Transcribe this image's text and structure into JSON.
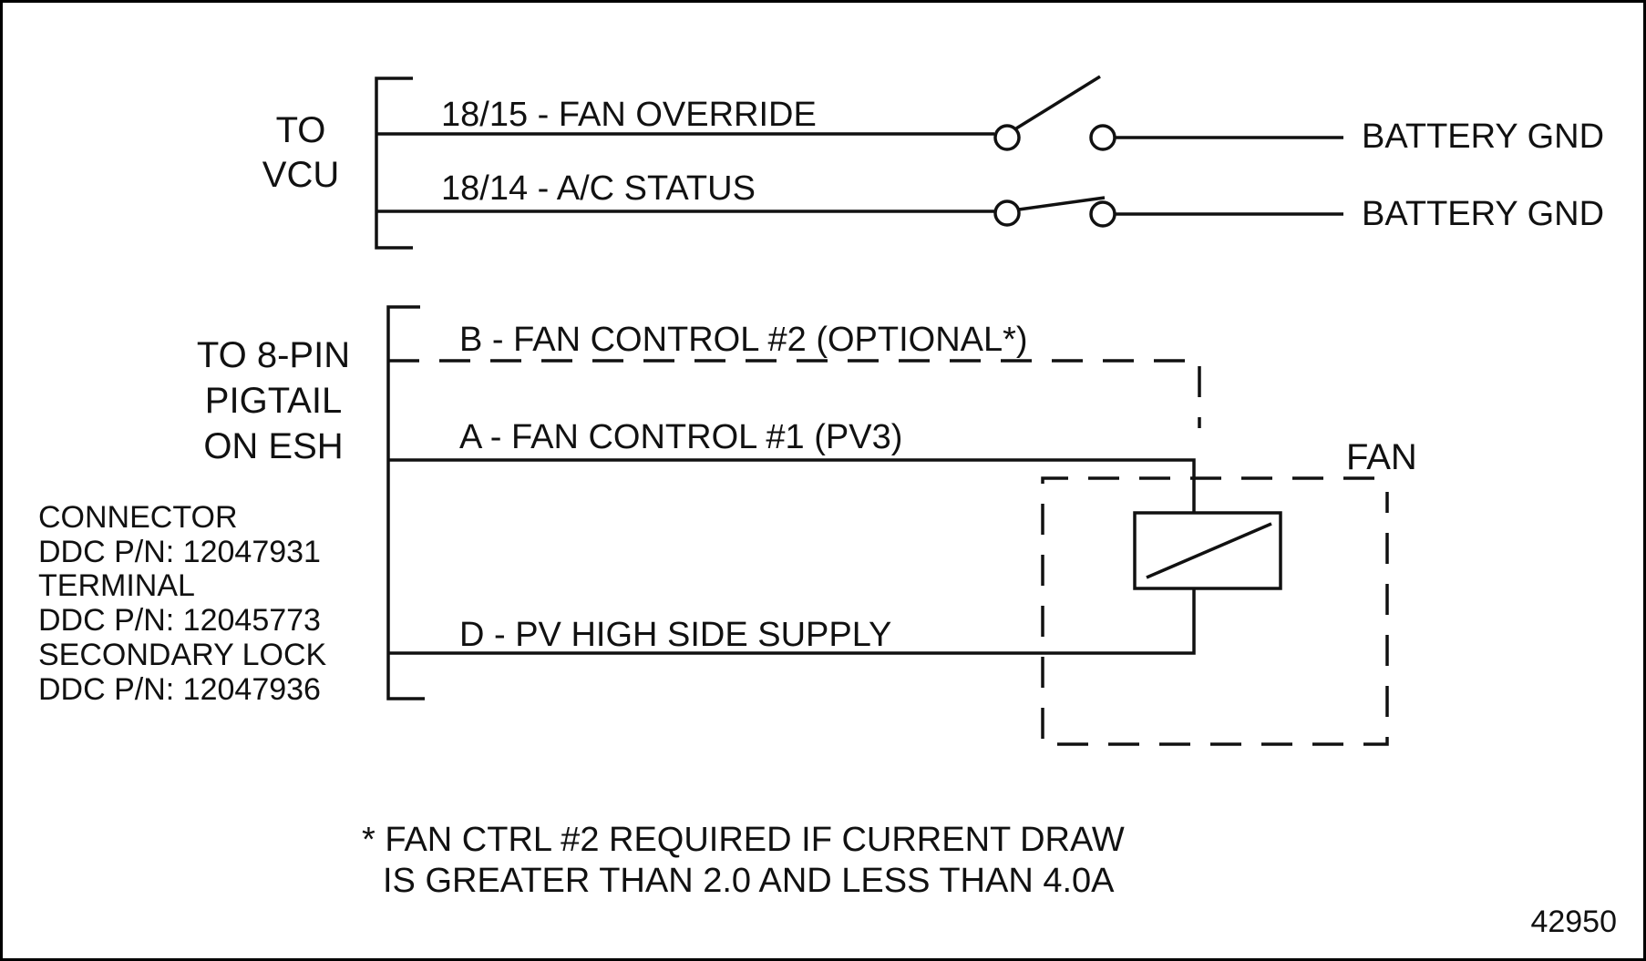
{
  "vcu": {
    "label_lines": [
      "TO",
      "VCU"
    ],
    "circuits": [
      {
        "label": "18/15 - FAN OVERRIDE",
        "switch_state": "open",
        "destination": "BATTERY GND"
      },
      {
        "label": "18/14 - A/C STATUS",
        "switch_state": "closed",
        "destination": "BATTERY GND"
      }
    ]
  },
  "pigtail": {
    "label_lines": [
      "TO 8-PIN",
      "PIGTAIL",
      "ON ESH"
    ],
    "circuits": [
      {
        "label": "B - FAN CONTROL #2 (OPTIONAL*)",
        "style": "dashed"
      },
      {
        "label": "A - FAN CONTROL #1 (PV3)",
        "style": "solid"
      },
      {
        "label": "D - PV HIGH SIDE SUPPLY",
        "style": "solid"
      }
    ]
  },
  "connector_info": [
    "CONNECTOR",
    "DDC P/N: 12047931",
    "TERMINAL",
    "DDC P/N: 12045773",
    "SECONDARY LOCK",
    "DDC P/N: 12047936"
  ],
  "fan": {
    "label": "FAN"
  },
  "footnote": [
    "* FAN CTRL #2 REQUIRED IF CURRENT DRAW",
    "IS GREATER THAN 2.0 AND LESS THAN 4.0A"
  ],
  "figure_number": "42950"
}
